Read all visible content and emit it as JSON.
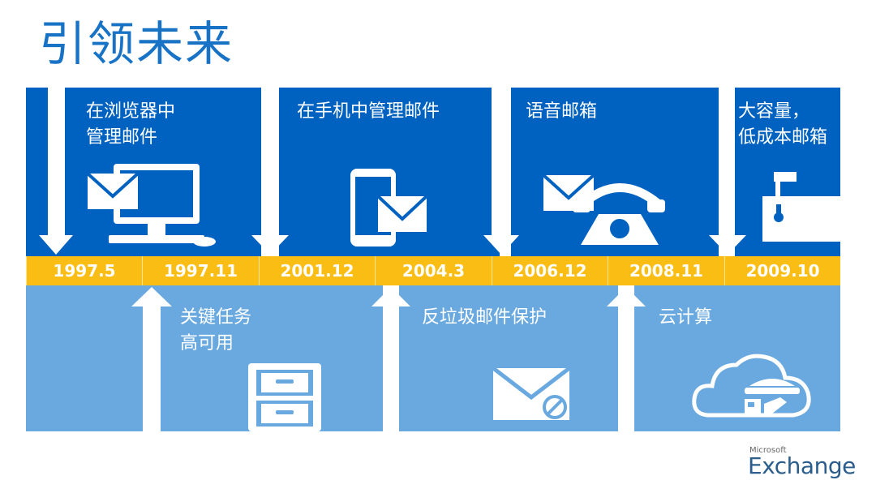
{
  "title": "引领未来",
  "top_items": [
    {
      "line1": "在浏览器中",
      "line2": "管理邮件"
    },
    {
      "line1": "在手机中管理邮件",
      "line2": ""
    },
    {
      "line1": "语音邮箱",
      "line2": ""
    },
    {
      "line1": "大容量，",
      "line2": "低成本邮箱"
    }
  ],
  "bottom_items": [
    {
      "line1": "关键任务",
      "line2": "高可用"
    },
    {
      "line1": "反垃圾邮件保护",
      "line2": ""
    },
    {
      "line1": "云计算",
      "line2": ""
    }
  ],
  "dates": [
    "1997.5",
    "1997.11",
    "2001.12",
    "2004.3",
    "2006.12",
    "2008.11",
    "2009.10"
  ],
  "logo": {
    "vendor": "Microsoft",
    "product": "Exchange"
  },
  "colors": {
    "top_blue": "#0062c0",
    "bottom_blue": "#69a9df",
    "date_yellow": "#f9bd13",
    "title_blue": "#1873c6"
  }
}
